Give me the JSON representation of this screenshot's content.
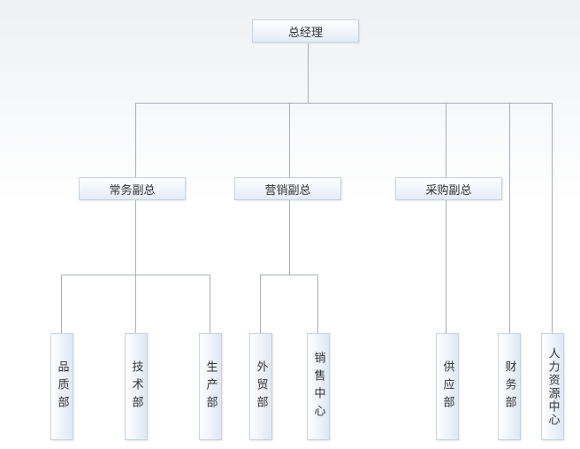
{
  "org": {
    "root": "总经理",
    "vps": {
      "general": "常务副总",
      "marketing": "营销副总",
      "purchasing": "采购副总"
    },
    "departments": {
      "quality": "品质部",
      "technology": "技术部",
      "production": "生产部",
      "foreign_trade": "外贸部",
      "sales_center": "销售中心",
      "supply": "供应部",
      "finance": "财务部",
      "hr_center": "人力资源中心"
    }
  },
  "colors": {
    "line": "#a9afba",
    "box_border": "#c9d2e3",
    "box_fill_top": "#ffffff",
    "box_fill_bottom": "#e4ebf7",
    "text": "#333333"
  }
}
